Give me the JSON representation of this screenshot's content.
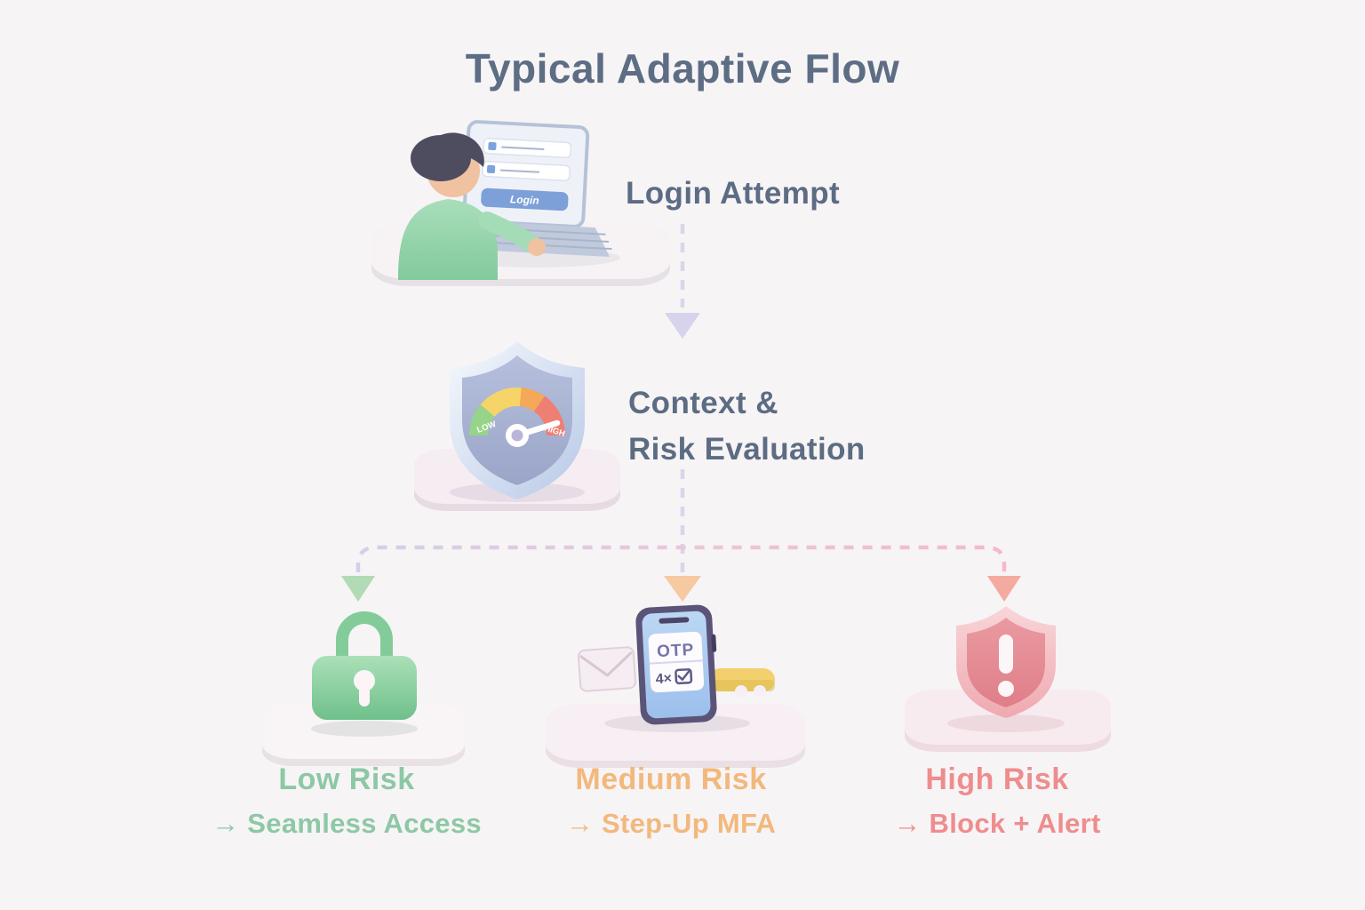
{
  "title": "Typical Adaptive Flow",
  "steps": {
    "login": {
      "label": "Login Attempt",
      "icon": "person-laptop-login-illustration",
      "laptop_button": "Login"
    },
    "evaluation": {
      "label_line1": "Context &",
      "label_line2": "Risk Evaluation",
      "icon": "shield-risk-gauge-illustration",
      "gauge_low": "LOW",
      "gauge_high": "HIGH"
    }
  },
  "outcomes": [
    {
      "id": "low",
      "risk": "Low Risk",
      "arrow": "→",
      "action": "Seamless Access",
      "icon": "green-padlock-illustration"
    },
    {
      "id": "medium",
      "risk": "Medium Risk",
      "arrow": "→",
      "action": "Step-Up MFA",
      "icon": "otp-phone-illustration",
      "phone": {
        "title": "OTP",
        "code": "4×"
      }
    },
    {
      "id": "high",
      "risk": "High Risk",
      "arrow": "→",
      "action": "Block + Alert",
      "icon": "alert-shield-illustration"
    }
  ],
  "colors": {
    "background": "#f7f4f6",
    "heading_text": "#5d6d84",
    "low_text": "#8dc8a5",
    "medium_text": "#f2b87c",
    "high_text": "#ee8d8d",
    "connector_lavender": "#d9d5ea",
    "connector_pink": "#f4bac7",
    "arrowhead_low": "#b2dab4",
    "arrowhead_medium": "#f6c9a0",
    "arrowhead_high": "#f4aa9f",
    "gauge_green": "#96d489",
    "gauge_yellow": "#f6d468",
    "gauge_orange": "#f4a858",
    "gauge_red": "#ee7f72"
  }
}
